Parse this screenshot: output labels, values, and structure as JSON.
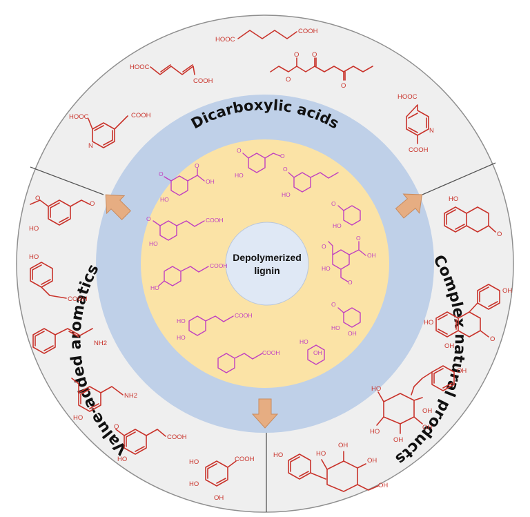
{
  "center": {
    "line1": "Depolymerized",
    "line2": "lignin"
  },
  "categories": {
    "top": "Dicarboxylic acids",
    "left": "Value-added aromatics",
    "right": "Complex natural products"
  },
  "colors": {
    "outer_ring": "#efefef",
    "blue_ring": "#bfd0e8",
    "yellow_disc": "#fbe3a6",
    "center_disc": "#dfe8f5",
    "arrow": "#e6ad82",
    "structure_red": "#c9332b",
    "structure_magenta": "#c040c0"
  },
  "labels": {
    "hooc": "HOOC",
    "cooh": "COOH",
    "oh": "OH",
    "ho": "HO",
    "nh2": "NH2",
    "n": "N",
    "o": "O"
  }
}
